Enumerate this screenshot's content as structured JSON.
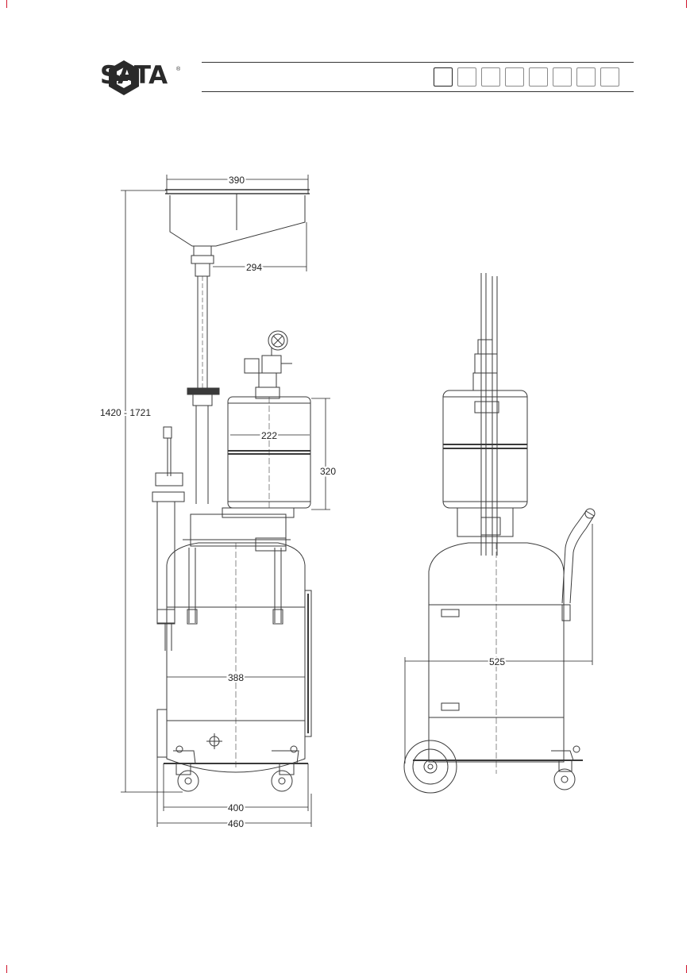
{
  "header": {
    "brand": "SATA",
    "registered_mark": "®",
    "language_boxes": [
      {
        "active": true
      },
      {
        "active": false
      },
      {
        "active": false
      },
      {
        "active": false
      },
      {
        "active": false
      },
      {
        "active": false
      },
      {
        "active": false
      },
      {
        "active": false
      }
    ]
  },
  "dimensions": {
    "funnel_width": "390",
    "funnel_outlet": "294",
    "overall_height": "1420 - 1721",
    "chamber_width": "222",
    "chamber_height": "320",
    "tank_width": "388",
    "wheelbase": "400",
    "base_width": "460",
    "side_depth": "525"
  },
  "colors": {
    "line": "#3a3a3a",
    "crop_mark": "#d0142c"
  }
}
